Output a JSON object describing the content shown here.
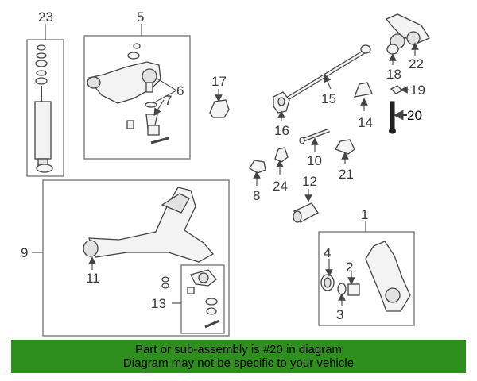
{
  "callouts": {
    "c1": "1",
    "c2": "2",
    "c3": "3",
    "c4": "4",
    "c5": "5",
    "c6": "6",
    "c7": "7",
    "c8": "8",
    "c9": "9",
    "c10": "10",
    "c11": "11",
    "c12": "12",
    "c13": "13",
    "c14": "14",
    "c15": "15",
    "c16": "16",
    "c17": "17",
    "c18": "18",
    "c19": "19",
    "c20": "20",
    "c21": "21",
    "c22": "22",
    "c23": "23",
    "c24": "24"
  },
  "highlight": {
    "part": "20",
    "color": "#2f8f1e"
  },
  "footer": {
    "line1": "Part or sub-assembly is #20 in diagram",
    "line2": "Diagram may not be specific to your vehicle"
  }
}
